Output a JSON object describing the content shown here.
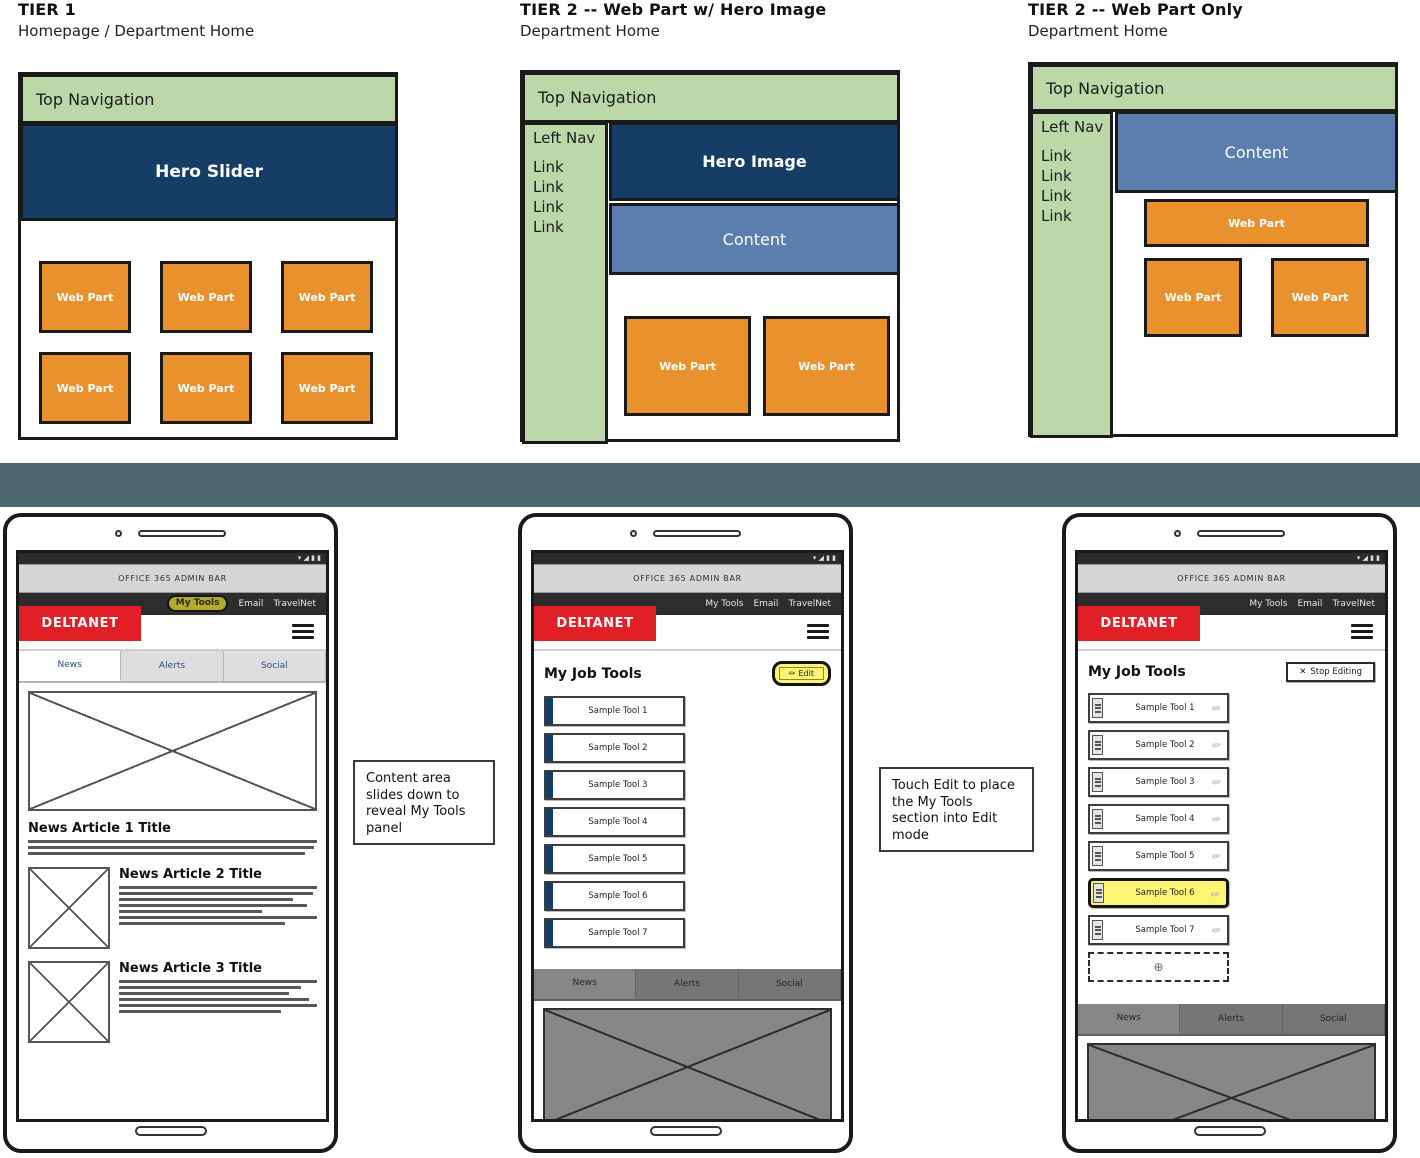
{
  "wireframes": [
    {
      "title": "TIER 1",
      "subtitle": "Homepage / Department Home",
      "topnav": "Top Navigation",
      "hero": "Hero Slider",
      "webpart_label": "Web Part",
      "webpart_count": 6
    },
    {
      "title": "TIER 2 -- Web Part w/ Hero Image",
      "subtitle": "Department Home",
      "topnav": "Top Navigation",
      "leftnav_title": "Left Nav",
      "leftnav_links": [
        "Link",
        "Link",
        "Link",
        "Link"
      ],
      "hero": "Hero Image",
      "content": "Content",
      "webpart_label": "Web Part",
      "webpart_count": 2
    },
    {
      "title": "TIER 2 -- Web Part Only",
      "subtitle": "Department Home",
      "topnav": "Top Navigation",
      "leftnav_title": "Left Nav",
      "leftnav_links": [
        "Link",
        "Link",
        "Link",
        "Link"
      ],
      "content": "Content",
      "webpart_label": "Web Part",
      "webpart_count": 3
    }
  ],
  "phone_common": {
    "admin_bar": "OFFICE 365 ADMIN BAR",
    "brand": "DELTANET",
    "top_links": [
      "My Tools",
      "Email",
      "TravelNet"
    ],
    "tabs": [
      "News",
      "Alerts",
      "Social"
    ],
    "active_tab": "News",
    "menu_icon": "hamburger-icon",
    "status_icons": "▾ ◢ ▮ ▮"
  },
  "phone1": {
    "articles": [
      {
        "title": "News Article 1 Title",
        "lines": 3,
        "has_thumb": false
      },
      {
        "title": "News Article 2 Title",
        "lines": 7,
        "has_thumb": true
      },
      {
        "title": "News Article 3 Title",
        "lines": 6,
        "has_thumb": true
      }
    ]
  },
  "phone2": {
    "panel_title": "My Job Tools",
    "edit_button": "Edit",
    "edit_icon": "pencil-icon",
    "tools": [
      "Sample Tool 1",
      "Sample Tool 2",
      "Sample Tool 3",
      "Sample Tool 4",
      "Sample Tool 5",
      "Sample Tool 6",
      "Sample Tool 7"
    ]
  },
  "phone3": {
    "panel_title": "My Job Tools",
    "stop_button": "Stop Editing",
    "stop_icon": "close-icon",
    "tools": [
      "Sample Tool 1",
      "Sample Tool 2",
      "Sample Tool 3",
      "Sample Tool 4",
      "Sample Tool 5",
      "Sample Tool 6",
      "Sample Tool 7"
    ],
    "highlighted_tool": "Sample Tool 6",
    "add_tile_icon": "plus-circle-icon"
  },
  "callouts": [
    {
      "text": "Content area slides down to reveal My Tools panel"
    },
    {
      "text": "Touch Edit to place the My Tools section into Edit mode"
    }
  ],
  "colors": {
    "nav_green": "#bcd8a8",
    "hero_navy": "#153d66",
    "content_blue": "#5a7fae",
    "webpart_orange": "#e8912d",
    "brand_red": "#e01f26",
    "highlight_yellow": "#fbf474",
    "divider_teal": "#4c6670"
  }
}
